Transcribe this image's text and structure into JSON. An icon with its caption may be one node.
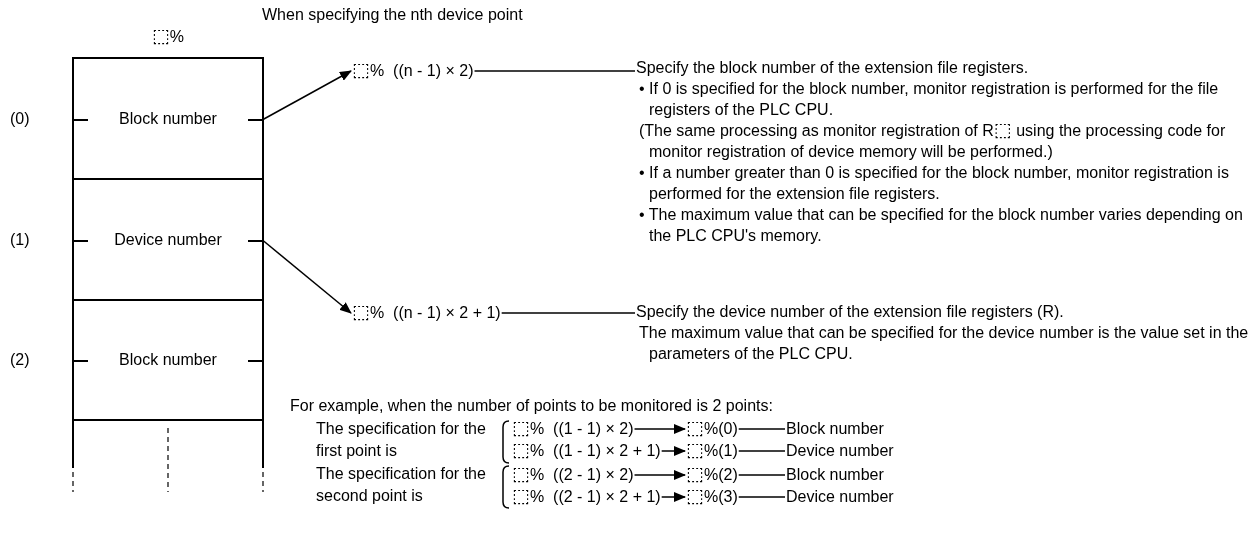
{
  "diagram": {
    "nodes": [
      {
        "text": [
          "⬚%"
        ]
      },
      {
        "text": [
          "Block number"
        ],
        "in": 0,
        "beside": [
          "(0)"
        ]
      },
      {
        "text": [
          "Device number"
        ],
        "in": 0,
        "beside": [
          "(1)"
        ]
      },
      {
        "text": [
          "Block number"
        ],
        "in": 0,
        "beside": [
          "(2)"
        ]
      },
      {
        "text": [
          "⬚%  ((n - 1) × 2)"
        ]
      },
      {
        "text": [
          "⬚%  ((n - 1) × 2 + 1)"
        ]
      },
      {
        "text": [
          "Specify the block number of the extension file registers.",
          "• If 0 is specified for the block number, monitor registration is performed for the file registers of the PLC CPU.",
          "(The same processing as monitor registration of R⬚ using the processing code for monitor registration of device memory will be performed.)",
          "• If a number greater than 0 is specified for the block number, monitor registration is performed for the extension file registers.",
          "• The maximum value that can be specified for the block number varies depending on the PLC CPU's memory."
        ]
      },
      {
        "text": [
          "Specify the device number of the extension file registers (R).",
          "The maximum value that can be specified for the device number is the value set in the parameters of the PLC CPU."
        ]
      },
      {
        "text": [
          "⬚%  ((1 - 1) × 2)"
        ]
      },
      {
        "text": [
          "⬚%(0)"
        ]
      },
      {
        "text": [
          "Block number"
        ]
      },
      {
        "text": [
          "⬚%  ((1 - 1) × 2 + 1)"
        ]
      },
      {
        "text": [
          "⬚%(1)"
        ]
      },
      {
        "text": [
          "Device number"
        ]
      },
      {
        "text": [
          "⬚%  ((2 - 1) × 2)"
        ]
      },
      {
        "text": [
          "⬚%(2)"
        ]
      },
      {
        "text": [
          "Block number"
        ]
      },
      {
        "text": [
          "⬚%  ((2 - 1) × 2 + 1)"
        ]
      },
      {
        "text": [
          "⬚%(3)"
        ]
      },
      {
        "text": [
          "Device number"
        ]
      }
    ],
    "edges": [
      {
        "from": 1,
        "to": 4,
        "arrow": "to"
      },
      {
        "from": 2,
        "to": 5,
        "arrow": "to"
      },
      {
        "from": 4,
        "to": 6,
        "arrow": "none"
      },
      {
        "from": 5,
        "to": 7,
        "arrow": "none"
      },
      {
        "from": 8,
        "to": 9,
        "arrow": "to"
      },
      {
        "from": 9,
        "to": 10,
        "arrow": "none"
      },
      {
        "from": 11,
        "to": 12,
        "arrow": "to"
      },
      {
        "from": 12,
        "to": 13,
        "arrow": "none"
      },
      {
        "from": 14,
        "to": 15,
        "arrow": "to"
      },
      {
        "from": 15,
        "to": 16,
        "arrow": "none"
      },
      {
        "from": 17,
        "to": 18,
        "arrow": "to"
      },
      {
        "from": 18,
        "to": 19,
        "arrow": "none"
      }
    ],
    "labels": [
      "When specifying the nth device point",
      "For example, when the number of points to be monitored is 2 points:",
      "The specification for the first point is",
      "The specification for the second point is"
    ]
  }
}
